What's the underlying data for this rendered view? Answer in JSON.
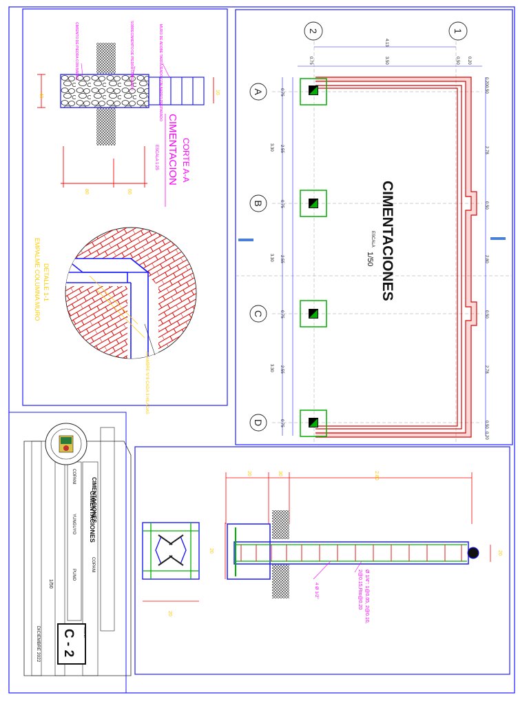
{
  "plan": {
    "title": "CIMENTACIONES",
    "scale_label": "ESCALA",
    "scale": "1/50",
    "grid_cols": [
      "A",
      "B",
      "C",
      "D"
    ],
    "grid_rows": [
      "1",
      "2"
    ],
    "dim_left_total": "4.13",
    "dim_left_parts": [
      "0.75",
      "3.50",
      "0.50",
      "0.20"
    ],
    "dim_spans": [
      "3.30",
      "3.30",
      "3.30"
    ],
    "dim_spans_inner": [
      "2.55",
      "2.55",
      "2.55"
    ],
    "dim_col": "0.75",
    "dim_bottom_parts": [
      "0.20",
      "0.50",
      "2.78",
      "0.50",
      "2.80",
      "0.50",
      "2.78",
      "0.50",
      "0.20"
    ]
  },
  "section": {
    "title": "CORTE A-A",
    "subtitle": "CIMENTACION",
    "scale": "ESCALA 1:25",
    "label_wall": "MURO DE ADOBE TARRAJEADO CON BARRO PREPARADO",
    "label_sobrecimiento": "SOBRECIMIENTO DE PIEDRA CONGARRO",
    "label_cimiento": "CIMIENTO DE PIEDRA CON BARRO",
    "dim_h": "40",
    "dim_top": "10",
    "dim_w1": "80",
    "dim_w2": "60"
  },
  "detail": {
    "title": "DETALLE 1-1",
    "subtitle": "EMPALME COLUMNA MURO",
    "note": "ALAMBRE N°8 CADA 3 HILADAS"
  },
  "column": {
    "dim_total": "2.80",
    "dim_a": "20",
    "dim_b": "30",
    "dim_c": "20",
    "dim_sec": "20",
    "rebar": "4 Ø 1/2\"",
    "stirrups_1": "Ø 1/4\": 1@0.05, 2@0.10,",
    "stirrups_2": "2@0.15,Rto@0.20"
  },
  "title_block": {
    "project": "CIMENTACIONES",
    "location_1": "COPANI",
    "location_2": "YUNGUYO",
    "location_3": "PUNO",
    "location_4": "COPANI",
    "scale": "1/50",
    "sheet": "C - 2",
    "date": "DICIEMBRE 2022",
    "lamina_label": "LAMINA"
  },
  "colors": {
    "frame": "#1a1aff",
    "wall": "#e00000",
    "column": "#00b000",
    "dim": "#ff0000",
    "label": "#ff00ff",
    "note": "#ffcc00"
  }
}
